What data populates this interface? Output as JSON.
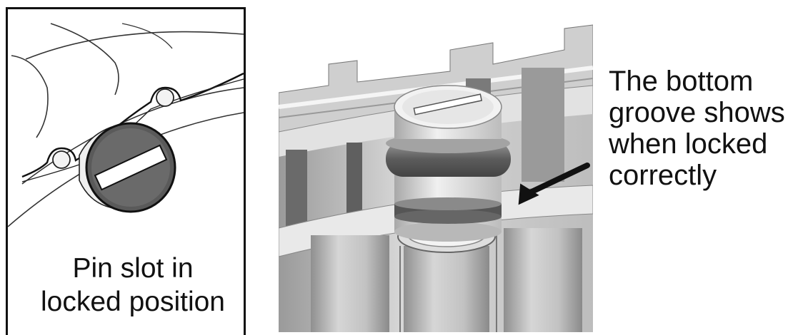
{
  "left_panel": {
    "caption_lines": [
      "Pin slot in",
      "locked position"
    ]
  },
  "right_panel": {
    "caption_lines": [
      "The bottom",
      "groove shows",
      "when locked",
      "correctly"
    ]
  },
  "colors": {
    "line": "#1a1a1a",
    "metal_light": "#e6e6e6",
    "metal_mid": "#b0b0b0",
    "metal_dark": "#6e6e6e",
    "groove_dark": "#4a4a4a"
  }
}
